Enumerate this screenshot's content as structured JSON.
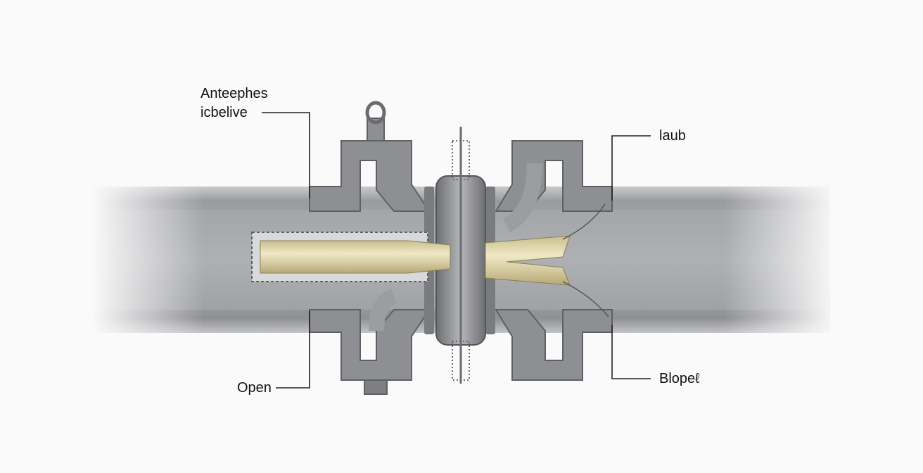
{
  "labels": {
    "top_left_line1": "Anteephes",
    "top_left_line2": "icbelive",
    "top_right": "laub",
    "bottom_left": "Open",
    "bottom_right": "Blopeℓ"
  },
  "colors": {
    "metal": "#8e8f93",
    "metal_dark": "#6b6c70",
    "pipe": "#a7a8ac",
    "rod": "#e6dcb0"
  }
}
